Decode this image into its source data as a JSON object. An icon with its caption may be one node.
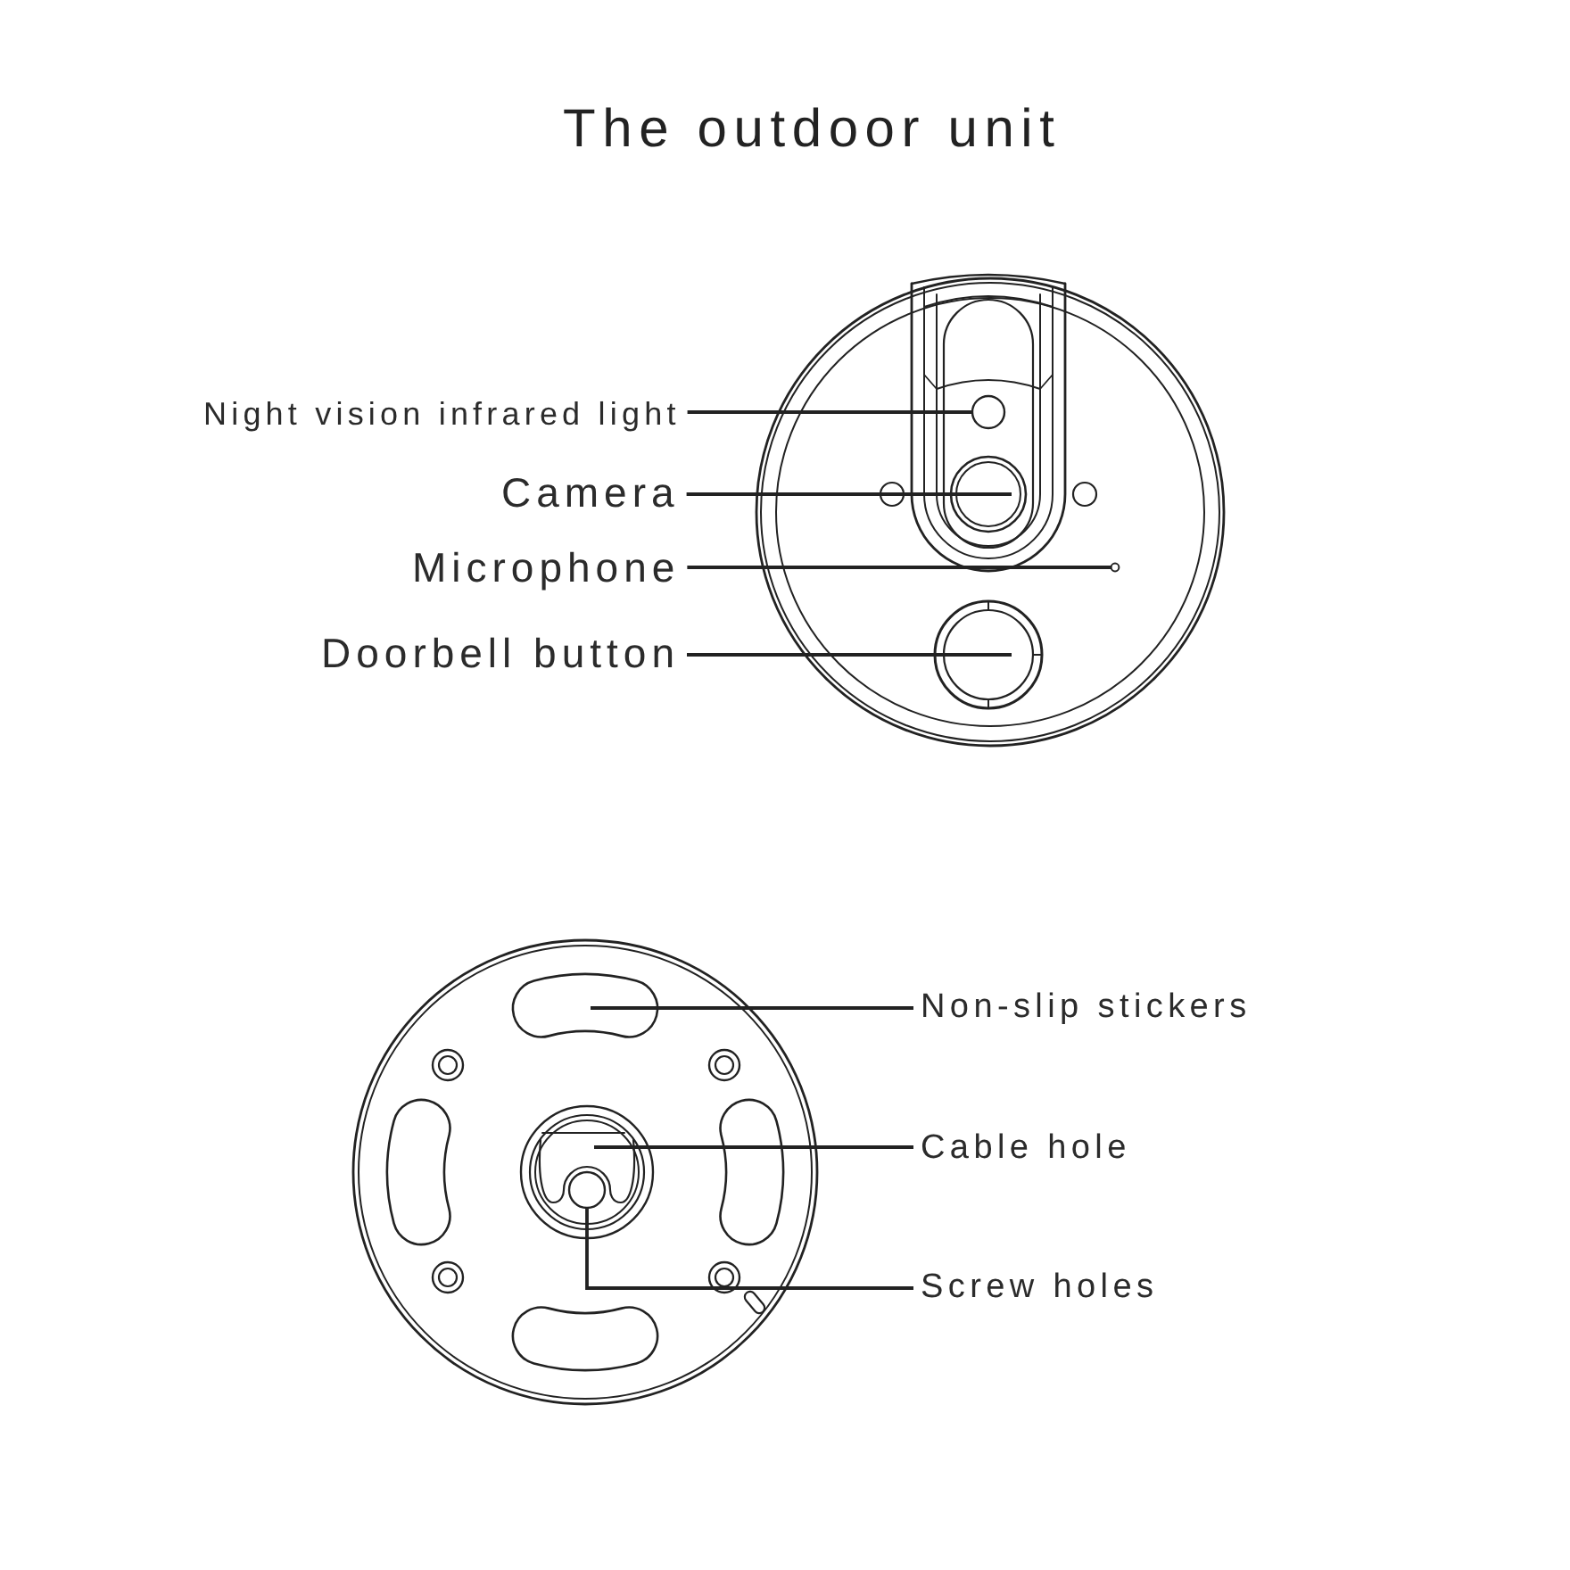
{
  "diagram": {
    "title": "The outdoor unit",
    "nodes": [
      {
        "text": [
          "Night vision infrared light"
        ]
      },
      {
        "text": [
          "Camera"
        ]
      },
      {
        "text": [
          "Microphone"
        ]
      },
      {
        "text": [
          "Doorbell button"
        ]
      },
      {
        "text": [
          "Non-slip stickers"
        ]
      },
      {
        "text": [
          "Cable hole"
        ]
      },
      {
        "text": [
          "Screw holes"
        ]
      },
      {
        "text": [],
        "shape": "circle"
      },
      {
        "text": [],
        "shape": "circle"
      },
      {
        "text": [],
        "shape": "circle"
      }
    ],
    "edges": [
      {
        "from": 0,
        "to": 7,
        "arrow": "none"
      },
      {
        "from": 1,
        "to": null,
        "arrow": "none"
      },
      {
        "from": 2,
        "to": 8,
        "arrow": "none"
      },
      {
        "from": 3,
        "to": null,
        "arrow": "none"
      },
      {
        "from": 4,
        "to": null,
        "arrow": "none"
      },
      {
        "from": 5,
        "to": null,
        "arrow": "none"
      },
      {
        "from": 6,
        "to": 9,
        "arrow": "none"
      }
    ]
  }
}
